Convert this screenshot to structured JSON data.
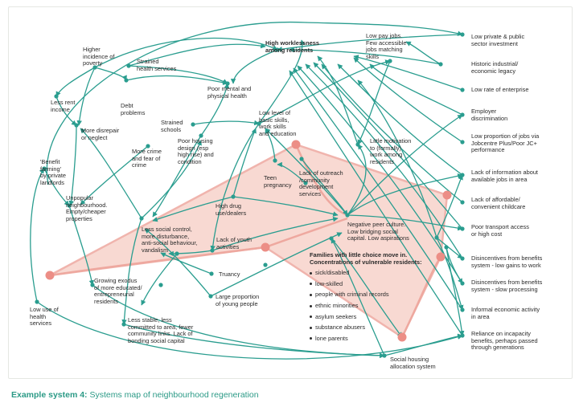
{
  "colors": {
    "teal": "#2a9d8f",
    "node": "#2a9d8f",
    "hub": "#ec8e86",
    "fill": "#f7d3cb",
    "edge_pink": "#eea89f",
    "caption": "#2b9a86"
  },
  "caption": {
    "lead": "Example system 4:",
    "rest": " Systems map of neighbourhood regeneration"
  },
  "nodes": {
    "higher_poverty": [
      "Higher",
      "incidence of",
      "poverty"
    ],
    "strained_health": [
      "Strained",
      "health services"
    ],
    "high_worklessness": [
      "High worklessness",
      "among residents"
    ],
    "low_pay_jobs": [
      "Low pay jobs.",
      "Few accessible",
      "jobs matching",
      "skills"
    ],
    "low_private_investment": [
      "Low private & public",
      "sector investment"
    ],
    "historic_legacy": [
      "Historic industrial/",
      "economic legacy"
    ],
    "low_enterprise": [
      "Low rate of enterprise"
    ],
    "employer_discrimination": [
      "Employer",
      "discrimination"
    ],
    "less_rent": [
      "Less rent",
      "income"
    ],
    "debt_problems": [
      "Debt",
      "problems"
    ],
    "poor_mental_health": [
      "Poor mental and",
      "physical health"
    ],
    "low_skills": [
      "Low level of",
      "basic skills,",
      "work skills",
      "and education"
    ],
    "strained_schools": [
      "Strained",
      "schools"
    ],
    "more_disrepair": [
      "More disrepair",
      "or neglect"
    ],
    "little_motivation": [
      "Little motivation",
      "to (formally)",
      "work among",
      "residents"
    ],
    "low_jobs_jobcentre": [
      "Low proportion of jobs via",
      "Jobcentre Plus/Poor JC+",
      "performance"
    ],
    "more_crime": [
      "More crime",
      "and fear of",
      "crime"
    ],
    "poor_housing": [
      "Poor housing",
      "design (esp",
      "high rise) and",
      "condition"
    ],
    "benefit_farming": [
      "'Benefit",
      "farming'",
      "by private",
      "landlords"
    ],
    "teen_pregnancy": [
      "Teen",
      "pregnancy"
    ],
    "lack_outreach": [
      "Lack of outreach",
      "/community",
      "development",
      "services"
    ],
    "lack_info_jobs": [
      "Lack of information about",
      "available jobs in area"
    ],
    "lack_childcare": [
      "Lack of affordable/",
      "convenient childcare"
    ],
    "unpopular_neighbourhood": [
      "Unpopular",
      "neighbourhood.",
      "Empty/cheaper",
      "properties"
    ],
    "high_drug": [
      "High drug",
      "use/dealers"
    ],
    "negative_peer": [
      "Negative peer culture.",
      "Low bridging social",
      "capital. Low aspirations"
    ],
    "poor_transport": [
      "Poor transport access",
      "or high cost"
    ],
    "less_social_control": [
      "Less social control,",
      "more disturbance,",
      "anti-social behaviour,",
      "vandalism"
    ],
    "lack_youth": [
      "Lack of youth",
      "activities"
    ],
    "disincentives_gains": [
      "Disincentives from benefits",
      "system - low gains to work"
    ],
    "truancy": [
      "Truancy"
    ],
    "growing_exodus": [
      "Growing exodus",
      "of more educated/",
      "entrepreneurial",
      "residents"
    ],
    "disincentives_slow": [
      "Disincentives from benefits",
      "system - slow processing"
    ],
    "large_young": [
      "Large proportion",
      "of young people"
    ],
    "low_health_use": [
      "Low use of",
      "health",
      "services"
    ],
    "informal_activity": [
      "Informal economic activity",
      "in area"
    ],
    "less_stable": [
      "Less stable, less",
      "committed to area, fewer",
      "community links. Lack of",
      "bonding social capital"
    ],
    "reliance_incapacity": [
      "Reliance on incapacity",
      "benefits, perhaps passed",
      "through generations"
    ],
    "social_housing": [
      "Social housing",
      "allocation system"
    ]
  },
  "families": {
    "title": [
      "Families with little choice move in.",
      "Concentrations of vulnerable residents:"
    ],
    "bullets": [
      "sick/disabled",
      "low-skilled",
      "people with criminal records",
      "ethnic minorities",
      "asylum seekers",
      "substance abusers",
      "lone parents"
    ]
  }
}
